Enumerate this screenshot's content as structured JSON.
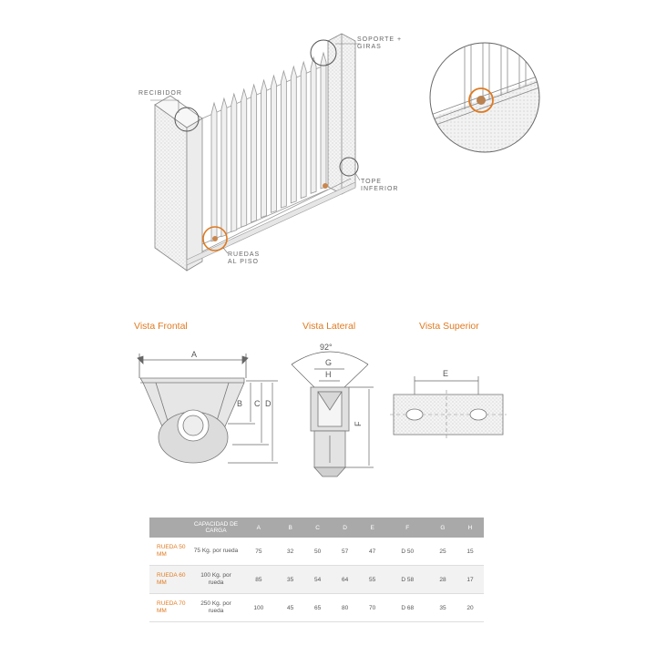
{
  "callouts": {
    "soporte": "SOPORTE + GIRAS",
    "recibidor": "RECIBIDOR",
    "tope": "TOPE INFERIOR",
    "ruedas": "RUEDAS AL PISO"
  },
  "views": {
    "frontal": "Vista Frontal",
    "lateral": "Vista Lateral",
    "superior": "Vista Superior"
  },
  "dimensions": {
    "a": "A",
    "b": "B",
    "c": "C",
    "d": "D",
    "e": "E",
    "f": "F",
    "g": "G",
    "h": "H",
    "angle": "92°"
  },
  "table": {
    "headers": [
      "CAPACIDAD DE CARGA",
      "A",
      "B",
      "C",
      "D",
      "E",
      "F",
      "G",
      "H"
    ],
    "rows": [
      {
        "name": "RUEDA 50 MM",
        "cap": "75 Kg. por rueda",
        "values": [
          "75",
          "32",
          "50",
          "57",
          "47",
          "D 50",
          "25",
          "15"
        ]
      },
      {
        "name": "RUEDA 60 MM",
        "cap": "100 Kg. por rueda",
        "values": [
          "85",
          "35",
          "54",
          "64",
          "55",
          "D 58",
          "28",
          "17"
        ]
      },
      {
        "name": "RUEDA 70 MM",
        "cap": "250 Kg. por rueda",
        "values": [
          "100",
          "45",
          "65",
          "80",
          "70",
          "D 68",
          "35",
          "20"
        ]
      }
    ]
  },
  "colors": {
    "accent": "#e07a20",
    "line": "#666666",
    "header": "#a9a9a9"
  }
}
